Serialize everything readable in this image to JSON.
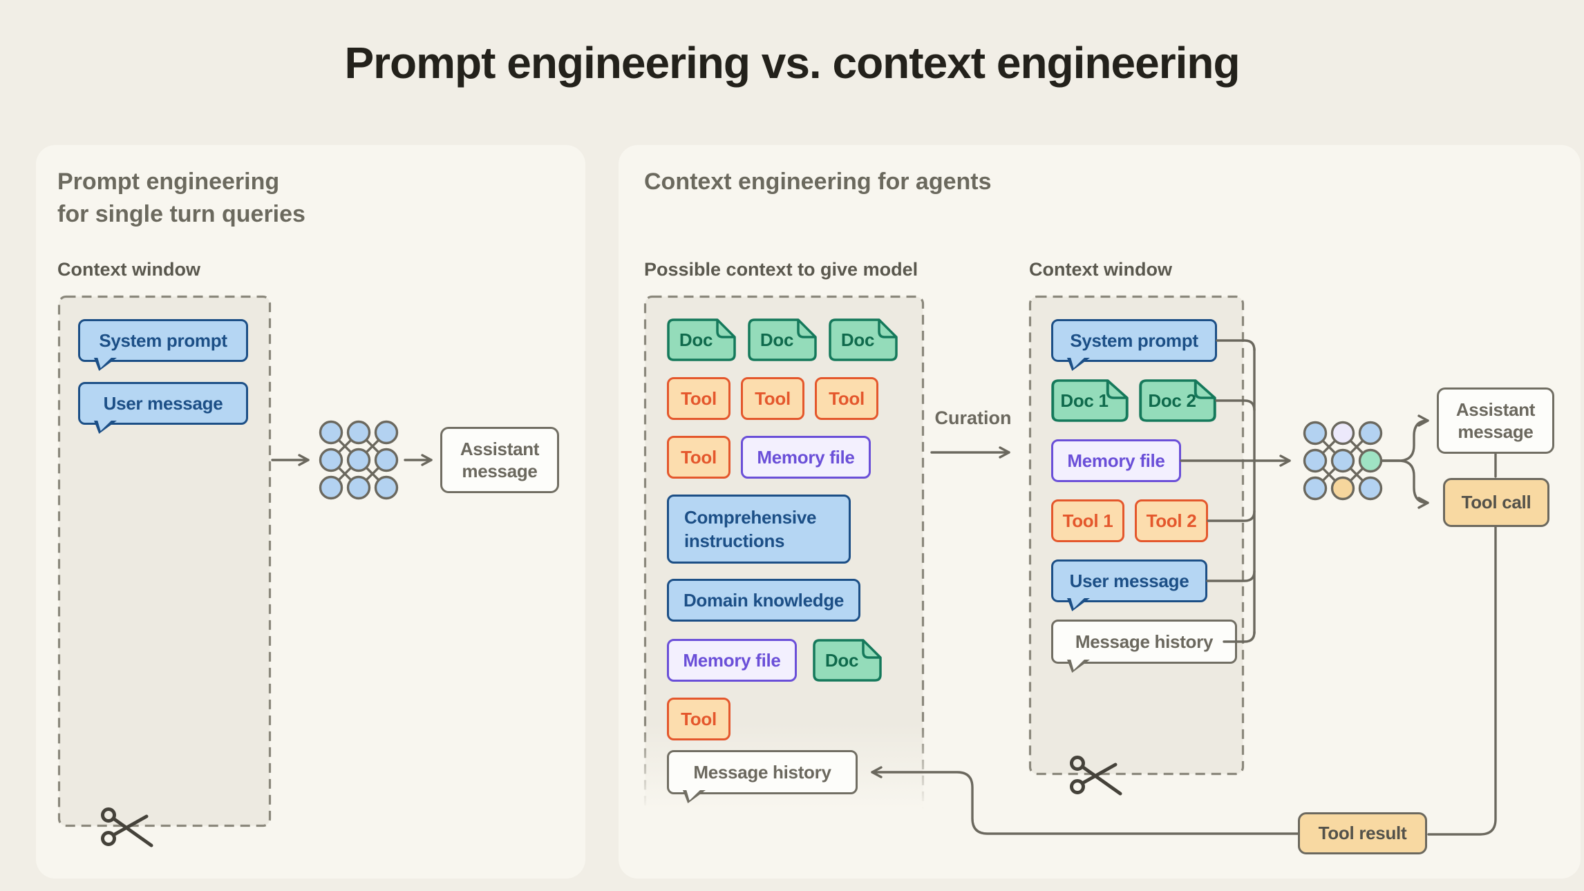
{
  "title": "Prompt engineering vs. context engineering",
  "left_panel": {
    "heading": "Prompt engineering\nfor single turn queries",
    "context_window_label": "Context window",
    "system_prompt": "System prompt",
    "user_message": "User message",
    "assistant_message": "Assistant message"
  },
  "right_panel": {
    "heading": "Context engineering for agents",
    "possible_context_label": "Possible context to give model",
    "context_window_label": "Context window",
    "curation_label": "Curation",
    "possible_items": [
      {
        "type": "doc",
        "label": "Doc"
      },
      {
        "type": "doc",
        "label": "Doc"
      },
      {
        "type": "doc",
        "label": "Doc"
      },
      {
        "type": "tool",
        "label": "Tool"
      },
      {
        "type": "tool",
        "label": "Tool"
      },
      {
        "type": "tool",
        "label": "Tool"
      },
      {
        "type": "tool",
        "label": "Tool"
      },
      {
        "type": "memory",
        "label": "Memory file"
      },
      {
        "type": "instructions",
        "label": "Comprehensive instructions"
      },
      {
        "type": "knowledge",
        "label": "Domain knowledge"
      },
      {
        "type": "memory",
        "label": "Memory file"
      },
      {
        "type": "doc",
        "label": "Doc"
      },
      {
        "type": "tool",
        "label": "Tool"
      },
      {
        "type": "history",
        "label": "Message history"
      }
    ],
    "window_items": [
      {
        "type": "system-prompt",
        "label": "System prompt"
      },
      {
        "type": "doc",
        "label": "Doc 1"
      },
      {
        "type": "doc",
        "label": "Doc 2"
      },
      {
        "type": "memory",
        "label": "Memory file"
      },
      {
        "type": "tool",
        "label": "Tool 1"
      },
      {
        "type": "tool",
        "label": "Tool 2"
      },
      {
        "type": "user-message",
        "label": "User message"
      },
      {
        "type": "history",
        "label": "Message history"
      }
    ],
    "assistant_message": "Assistant message",
    "tool_call": "Tool call",
    "tool_result": "Tool result"
  },
  "icons": {
    "model": "neural-network-icon",
    "trim": "scissors-icon"
  },
  "colors": {
    "page_background": "#f1eee6",
    "card_background": "#f8f6ef",
    "dashed_box_fill": "#edeae1",
    "dashed_border": "#8b887c",
    "connector_line": "#6b685e",
    "blue_fill": "#b5d6f3",
    "blue_border": "#1c4f86",
    "green_fill": "#94dcba",
    "green_border": "#15795b",
    "orange_fill": "#fcddae",
    "orange_border": "#e4572c",
    "purple_fill": "#f3f0fe",
    "purple_border": "#6a4fd8",
    "tan_fill": "#f8d9a2",
    "gray_text": "#6b685e",
    "title_text": "#23211b",
    "node_lavender": "#ece9fb",
    "node_green": "#9fe3c4",
    "node_orange": "#f6d69d"
  }
}
